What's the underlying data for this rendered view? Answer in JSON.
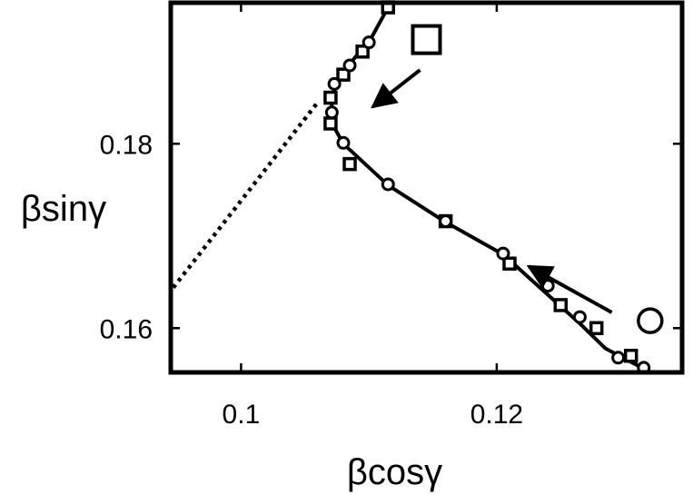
{
  "chart_data": {
    "type": "line",
    "xlabel": "βcosγ",
    "ylabel": "βsinγ",
    "xlim": [
      0.0945,
      0.1345
    ],
    "ylim": [
      0.1552,
      0.1953
    ],
    "xticks": [
      0.1,
      0.12
    ],
    "xtick_labels": [
      "0.1",
      "0.12"
    ],
    "yticks": [
      0.16,
      0.18
    ],
    "ytick_labels": [
      "0.16",
      "0.18"
    ],
    "grid": false,
    "legend": "none",
    "curve": {
      "x": [
        0.1315,
        0.1285,
        0.1265,
        0.1245,
        0.1205,
        0.116,
        0.1115,
        0.108,
        0.1072,
        0.107,
        0.1073,
        0.108,
        0.109,
        0.11,
        0.1115
      ],
      "y": [
        0.1556,
        0.1578,
        0.1605,
        0.163,
        0.168,
        0.1715,
        0.1755,
        0.18,
        0.182,
        0.1835,
        0.186,
        0.1878,
        0.1895,
        0.191,
        0.1948
      ]
    },
    "circle_markers": {
      "x": [
        0.1315,
        0.1295,
        0.1265,
        0.124,
        0.1205,
        0.116,
        0.1115,
        0.108,
        0.1071,
        0.1073,
        0.1085,
        0.11
      ],
      "y": [
        0.1557,
        0.1568,
        0.1612,
        0.1646,
        0.1681,
        0.1716,
        0.1756,
        0.1801,
        0.1834,
        0.1865,
        0.1885,
        0.191
      ]
    },
    "square_markers": {
      "x": [
        0.1305,
        0.1278,
        0.125,
        0.121,
        0.116,
        0.1085,
        0.107,
        0.107,
        0.108,
        0.1095,
        0.1115
      ],
      "y": [
        0.157,
        0.16,
        0.1625,
        0.167,
        0.1716,
        0.1778,
        0.1822,
        0.185,
        0.1875,
        0.19,
        0.1948
      ]
    },
    "dotted_line": {
      "x": [
        0.0947,
        0.106
      ],
      "y": [
        0.1644,
        0.1845
      ]
    },
    "annotations": {
      "start_circle": {
        "x": 0.132,
        "y": 0.1608
      },
      "end_square": {
        "x": 0.1145,
        "y": 0.1913
      },
      "arrows": [
        {
          "from": [
            0.129,
            0.1617
          ],
          "to": [
            0.1225,
            0.1667
          ]
        },
        {
          "from": [
            0.114,
            0.188
          ],
          "to": [
            0.1103,
            0.184
          ]
        }
      ]
    }
  }
}
